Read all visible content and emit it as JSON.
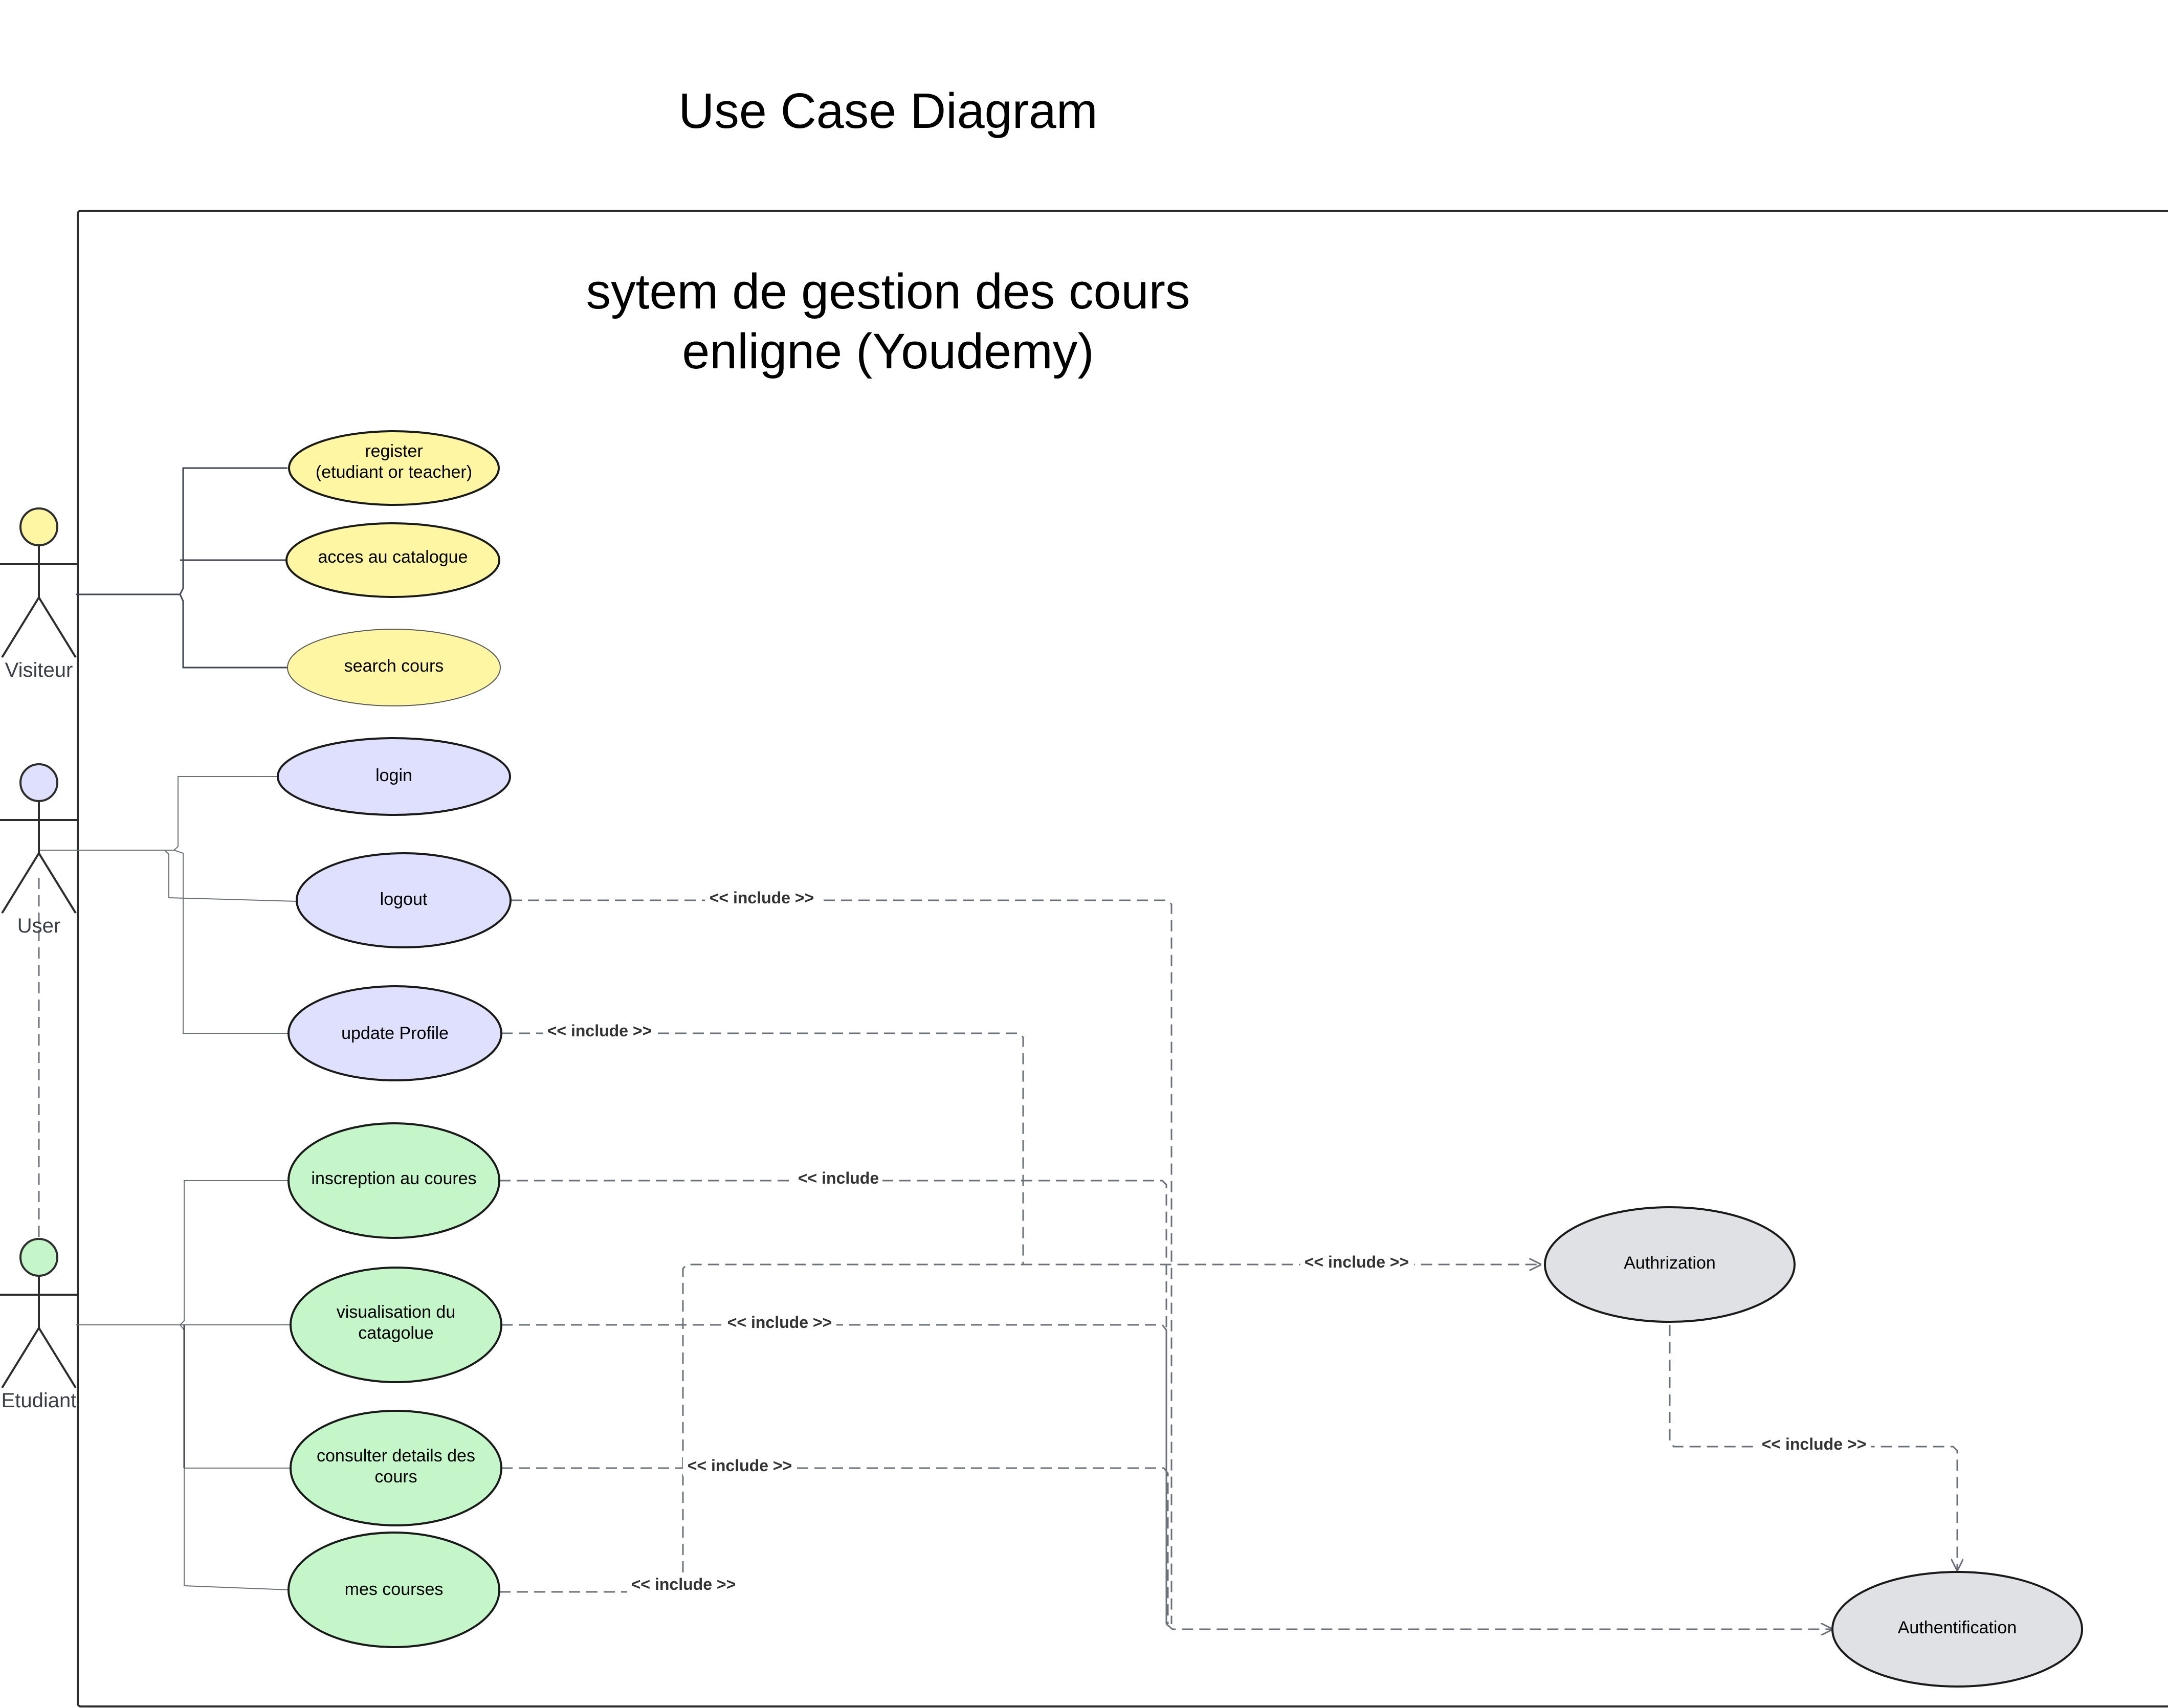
{
  "title": "Use Case Diagram",
  "system": {
    "title_line1": "sytem de gestion des cours",
    "title_line2": "enligne (Youdemy)"
  },
  "colors": {
    "visiteur": "#fff6a3",
    "user": "#dfe0fd",
    "etudiant": "#c4f6c9",
    "core": "#dfe1e5"
  },
  "actors": {
    "visiteur": "Visiteur",
    "user": "User",
    "etudiant": "Etudiant"
  },
  "use_cases": {
    "register_line1": "register",
    "register_line2": "(etudiant or teacher)",
    "catalogue": "acces au catalogue",
    "search": "search cours",
    "login": "login",
    "logout": "logout",
    "update_profile": "update Profile",
    "inscription": "inscreption au coures",
    "visualisation_line1": "visualisation du",
    "visualisation_line2": "catagolue",
    "consulter_line1": "consulter details des",
    "consulter_line2": "cours",
    "mes_courses": "mes courses",
    "authorization": "Authrization",
    "authentification": "Authentification"
  },
  "relations": {
    "logout_include": "<< include >>",
    "update_include": "<< include >>",
    "inscription_include": "<< include",
    "authz_include": "<< include >>",
    "visualisation_include": "<< include >>",
    "authz_authn_include": "<< include >>",
    "consulter_include": "<< include >>",
    "mes_courses_include": "<< include >>"
  }
}
